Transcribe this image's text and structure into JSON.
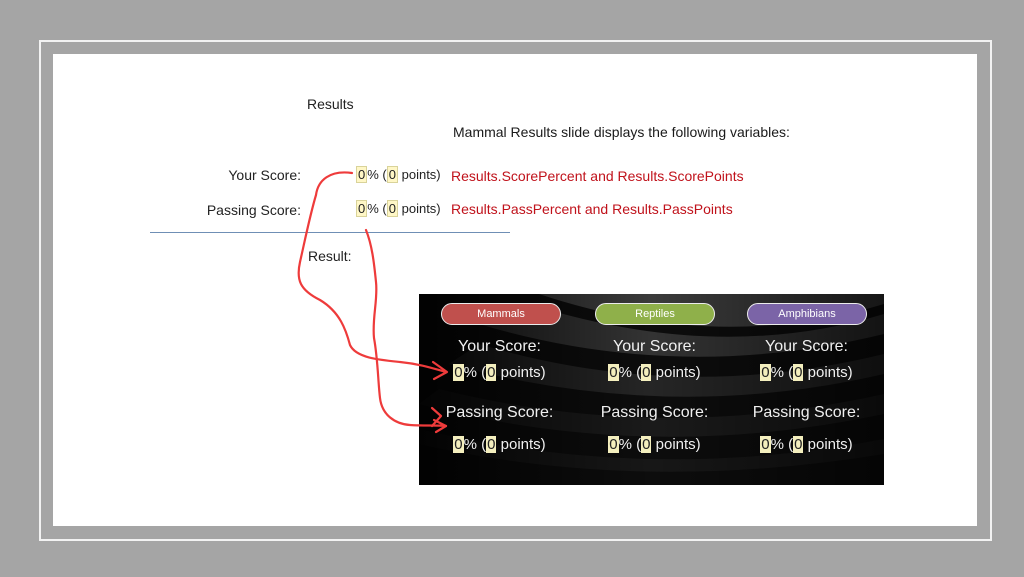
{
  "slide": {
    "title": "Results",
    "description": "Mammal Results slide displays the following variables:"
  },
  "score_rows": [
    {
      "label": "Your Score:",
      "pct": "0",
      "pct_suffix": "%",
      "open": "(",
      "points": "0",
      "points_suffix": " points)",
      "variables": "Results.ScorePercent and Results.ScorePoints"
    },
    {
      "label": "Passing Score:",
      "pct": "0",
      "pct_suffix": "%",
      "open": "(",
      "points": "0",
      "points_suffix": " points)",
      "variables": "Results.PassPercent and Results.PassPoints"
    }
  ],
  "result_label": "Result:",
  "preview": {
    "tabs": [
      {
        "label": "Mammals",
        "color": "#c0504d"
      },
      {
        "label": "Reptiles",
        "color": "#8fb04a"
      },
      {
        "label": "Amphibians",
        "color": "#7b64a7"
      }
    ],
    "your_score_label": "Your Score:",
    "passing_score_label": "Passing Score:",
    "pct": "0",
    "pct_suffix": "% (",
    "points": "0",
    "points_suffix": " points)"
  },
  "annotation_color": "#ee3b3b"
}
